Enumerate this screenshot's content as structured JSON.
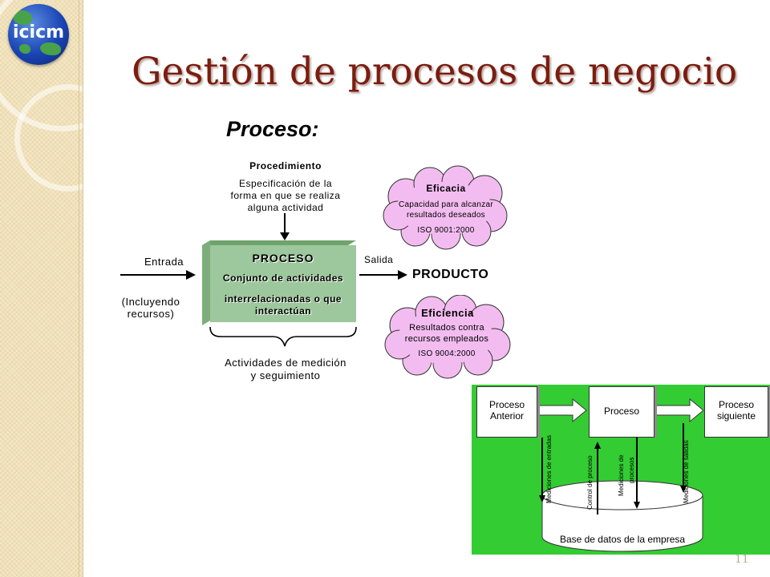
{
  "logo": {
    "text": "icicm"
  },
  "title": "Gestión de procesos de negocio",
  "subtitle": "Proceso:",
  "process_diagram": {
    "procedimiento": {
      "heading": "Procedimiento",
      "lines": [
        "Especificación de la",
        "forma en que se realiza",
        "alguna actividad"
      ]
    },
    "entrada": "Entrada",
    "incluyendo": [
      "(Incluyendo",
      "recursos)"
    ],
    "proceso_box": {
      "heading": "PROCESO",
      "lines": [
        "Conjunto de actividades",
        "interrelacionadas o que",
        "interactúan"
      ]
    },
    "salida": "Salida",
    "producto": "PRODUCTO",
    "medicion": [
      "Actividades de medición",
      "y seguimiento"
    ],
    "eficacia": {
      "heading": "Eficacia",
      "lines": [
        "Capacidad para alcanzar",
        "resultados deseados"
      ],
      "iso": "ISO 9001:2000"
    },
    "eficiencia": {
      "heading": "Eficiencia",
      "lines": [
        "Resultados contra",
        "recursos empleados"
      ],
      "iso": "ISO 9004:2000"
    }
  },
  "flow_diagram": {
    "proceso_anterior": [
      "Proceso",
      "Anterior"
    ],
    "proceso": "Proceso",
    "proceso_siguiente": [
      "Proceso",
      "siguiente"
    ],
    "mediciones_entradas": "Mediciones de entradas",
    "control_proceso": "Control de proceso",
    "mediciones_procesos": [
      "Mediciones de",
      "procesos"
    ],
    "mediciones_salidas": "Mediciones de salidas",
    "database": "Base de datos de la empresa"
  },
  "page_number": "11",
  "colors": {
    "title": "#7b1d10",
    "cloud": "#f3bcf0",
    "process_box": "#9dc79c",
    "flow_panel": "#33cc33"
  }
}
